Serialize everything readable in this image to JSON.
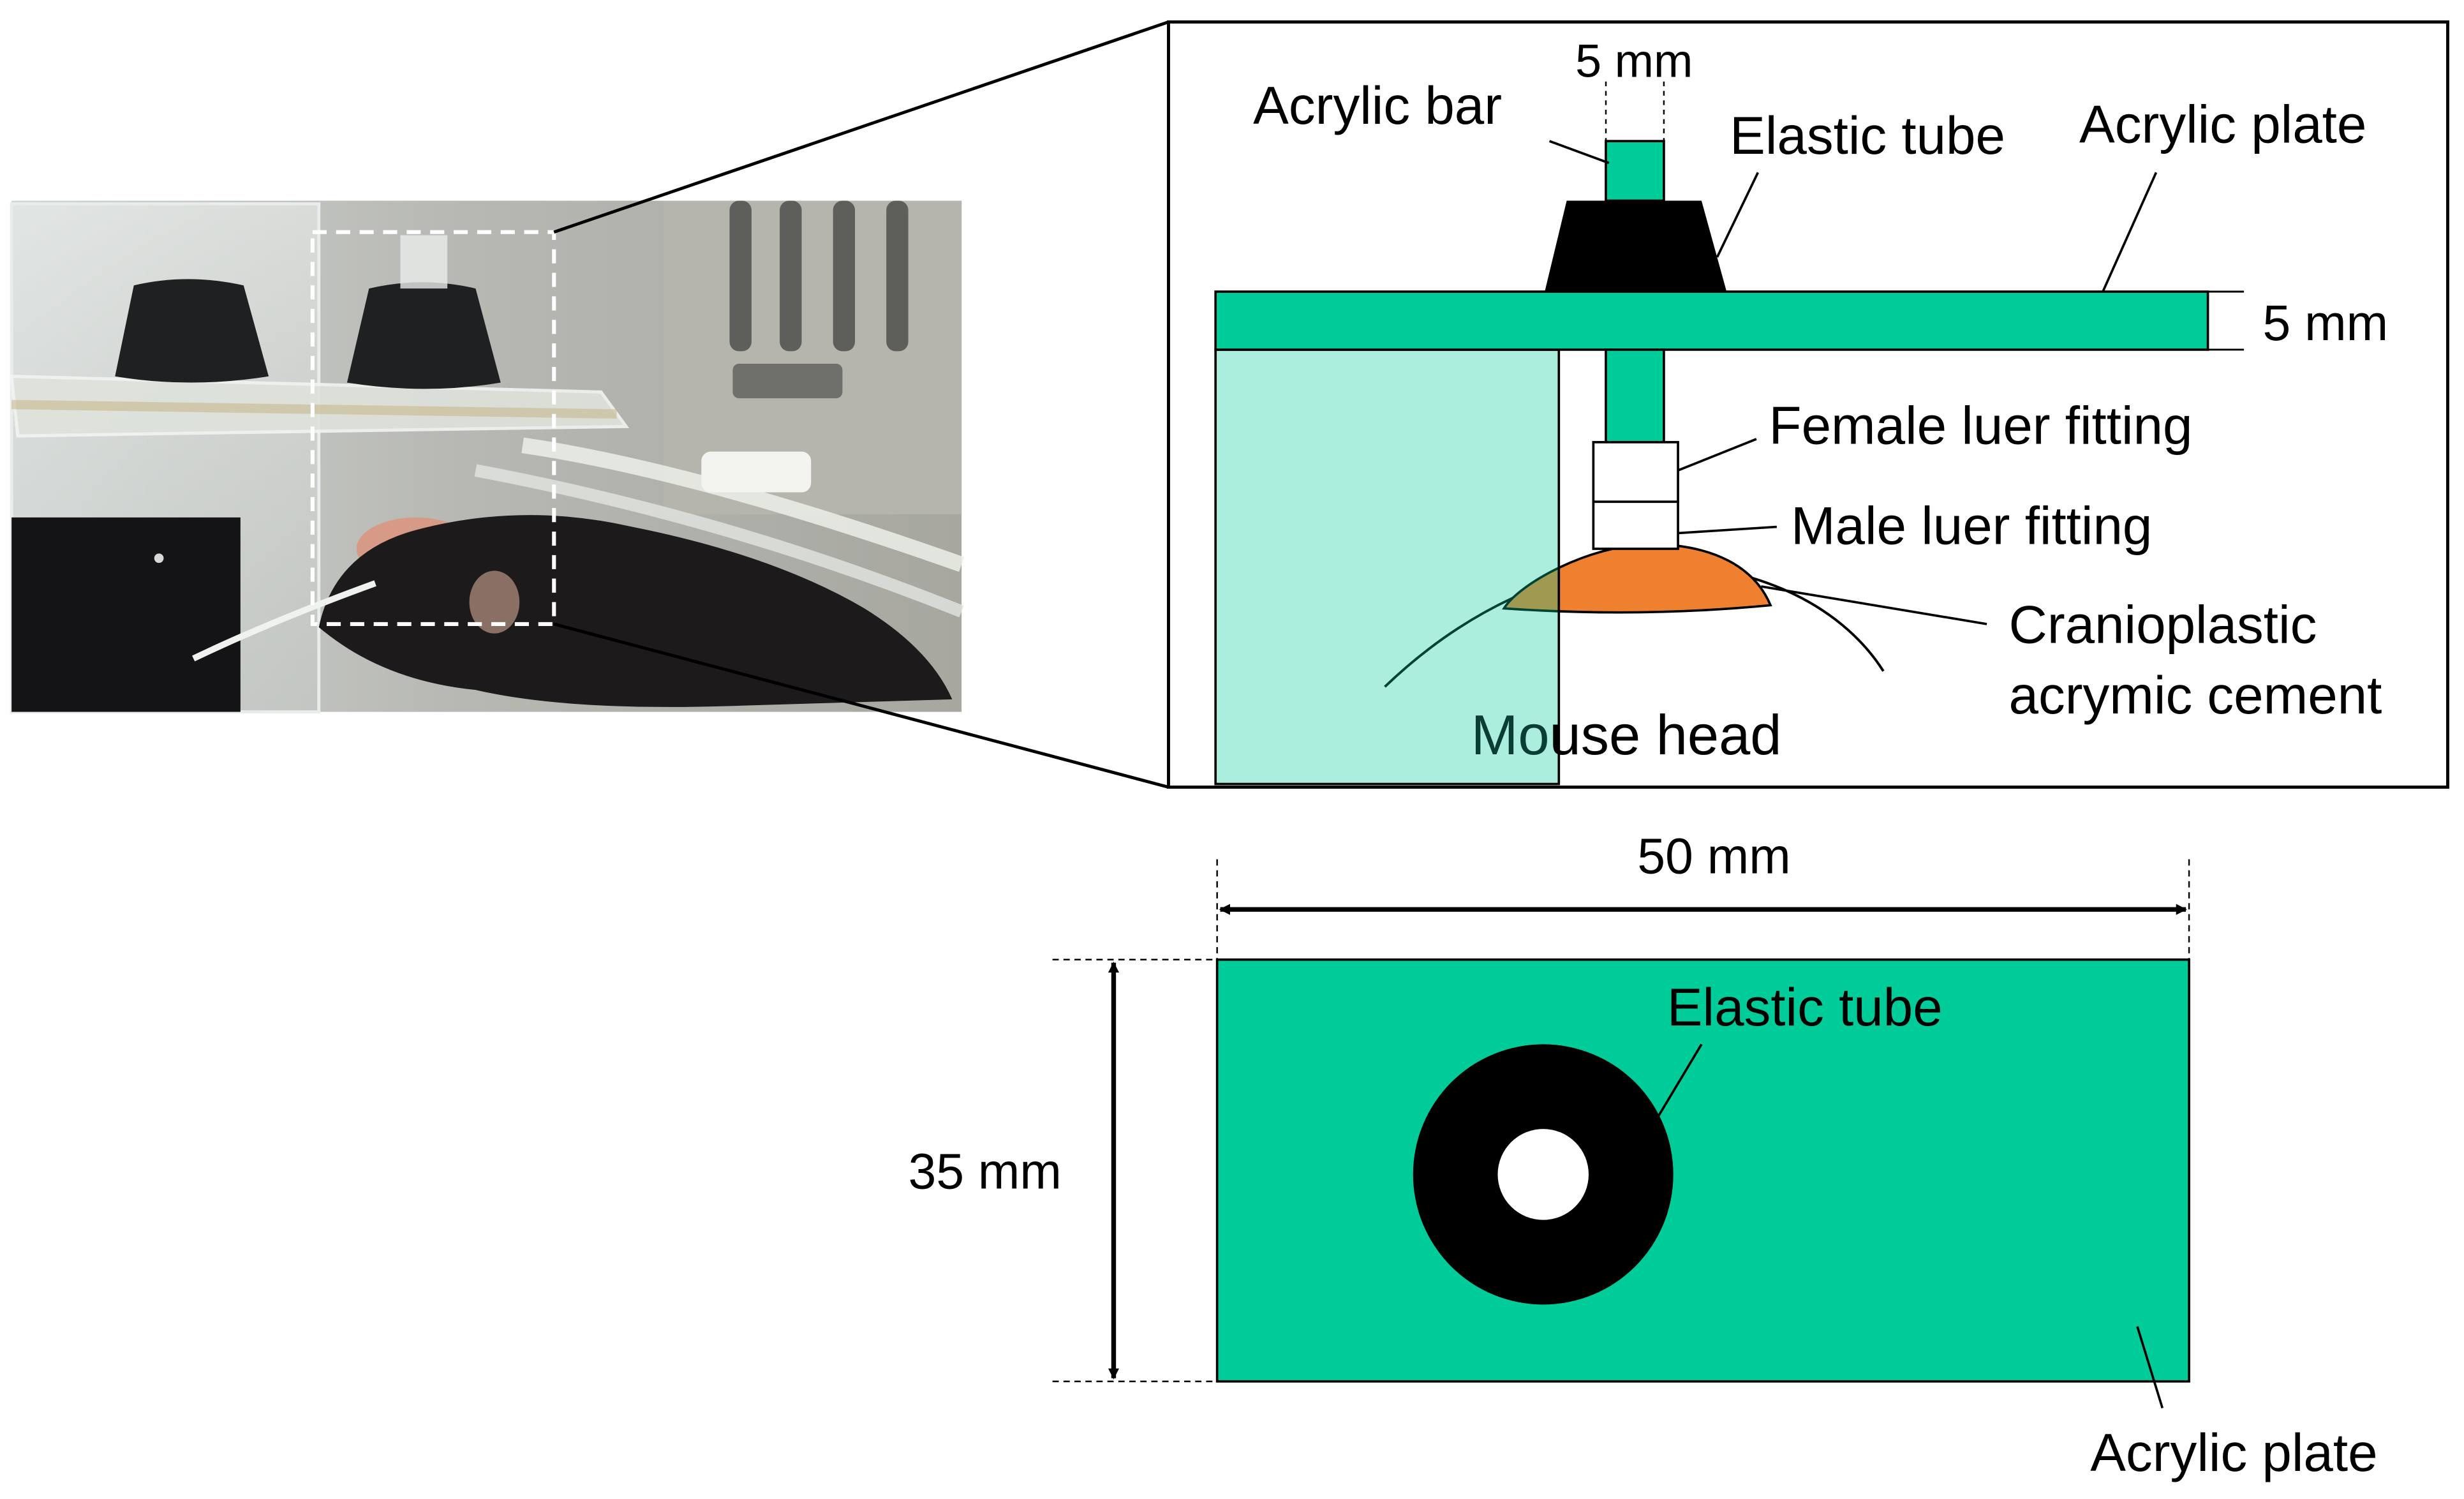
{
  "colors": {
    "acrylic": "#00cc99",
    "acrylic_light": "#a8ecdb",
    "cement": "#ef8030",
    "cement_overlap": "#8a8c40",
    "tube": "#000000",
    "background": "#ffffff"
  },
  "side_view": {
    "bar_width_label": "5 mm",
    "acrylic_bar_label": "Acrylic bar",
    "elastic_tube_label": "Elastic tube",
    "acrylic_plate_label": "Acrylic plate",
    "plate_thickness_label": "5 mm",
    "female_luer_label": "Female luer fitting",
    "male_luer_label": "Male luer fitting",
    "cement_label_line1": "Cranioplastic",
    "cement_label_line2": "acrymic cement",
    "mouse_head_label_a": "Mo",
    "mouse_head_label_b": "use head"
  },
  "top_view": {
    "width_label": "50 mm",
    "height_label": "35 mm",
    "elastic_tube_label": "Elastic tube",
    "acrylic_plate_label": "Acrylic plate"
  }
}
